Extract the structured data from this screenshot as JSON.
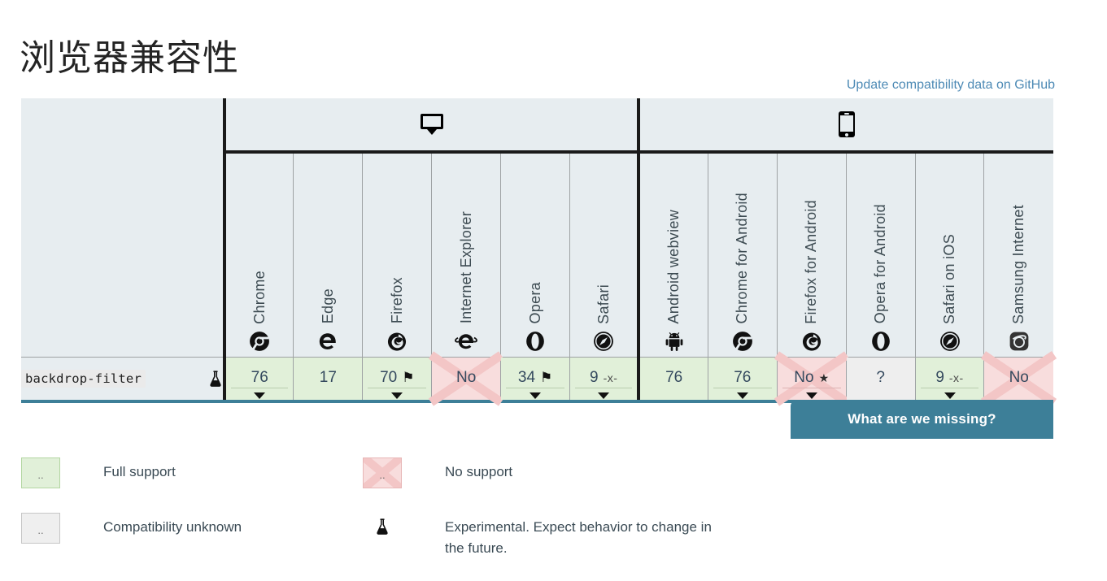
{
  "title": "浏览器兼容性",
  "github_link": "Update compatibility data on GitHub",
  "missing_button": "What are we missing?",
  "table": {
    "platforms": [
      {
        "name": "desktop",
        "icon": "desktop-icon"
      },
      {
        "name": "mobile",
        "icon": "mobile-icon"
      }
    ],
    "desktop_browsers": [
      {
        "label": "Chrome",
        "icon": "chrome-icon"
      },
      {
        "label": "Edge",
        "icon": "edge-icon"
      },
      {
        "label": "Firefox",
        "icon": "firefox-icon"
      },
      {
        "label": "Internet Explorer",
        "icon": "internet-explorer-icon"
      },
      {
        "label": "Opera",
        "icon": "opera-icon"
      },
      {
        "label": "Safari",
        "icon": "safari-icon"
      }
    ],
    "mobile_browsers": [
      {
        "label": "Android webview",
        "icon": "android-icon"
      },
      {
        "label": "Chrome for Android",
        "icon": "chrome-icon"
      },
      {
        "label": "Firefox for Android",
        "icon": "firefox-icon"
      },
      {
        "label": "Opera for Android",
        "icon": "opera-icon"
      },
      {
        "label": "Safari on iOS",
        "icon": "safari-icon"
      },
      {
        "label": "Samsung Internet",
        "icon": "samsung-internet-icon"
      }
    ],
    "feature": {
      "name": "backdrop-filter",
      "experimental_icon": "flask-icon"
    },
    "cells": [
      {
        "browser": "Chrome",
        "support": "yes",
        "value": "76",
        "prefix": "",
        "flag": false,
        "note": false,
        "expandable": true
      },
      {
        "browser": "Edge",
        "support": "yes",
        "value": "17",
        "prefix": "",
        "flag": false,
        "note": false,
        "expandable": false
      },
      {
        "browser": "Firefox",
        "support": "yes",
        "value": "70",
        "prefix": "",
        "flag": true,
        "note": false,
        "expandable": true
      },
      {
        "browser": "Internet Explorer",
        "support": "no",
        "value": "No",
        "prefix": "",
        "flag": false,
        "note": false,
        "expandable": false
      },
      {
        "browser": "Opera",
        "support": "yes",
        "value": "34",
        "prefix": "",
        "flag": true,
        "note": false,
        "expandable": true
      },
      {
        "browser": "Safari",
        "support": "yes",
        "value": "9",
        "prefix": "-x-",
        "flag": false,
        "note": false,
        "expandable": true
      },
      {
        "browser": "Android webview",
        "support": "yes",
        "value": "76",
        "prefix": "",
        "flag": false,
        "note": false,
        "expandable": false
      },
      {
        "browser": "Chrome for Android",
        "support": "yes",
        "value": "76",
        "prefix": "",
        "flag": false,
        "note": false,
        "expandable": true
      },
      {
        "browser": "Firefox for Android",
        "support": "no",
        "value": "No",
        "prefix": "",
        "flag": false,
        "note": true,
        "expandable": true
      },
      {
        "browser": "Opera for Android",
        "support": "unknown",
        "value": "?",
        "prefix": "",
        "flag": false,
        "note": false,
        "expandable": false
      },
      {
        "browser": "Safari on iOS",
        "support": "yes",
        "value": "9",
        "prefix": "-x-",
        "flag": false,
        "note": false,
        "expandable": true
      },
      {
        "browser": "Samsung Internet",
        "support": "no",
        "value": "No",
        "prefix": "",
        "flag": false,
        "note": false,
        "expandable": false
      }
    ]
  },
  "legend": {
    "dots": "..",
    "items": [
      {
        "key": "full",
        "swatch": "yes",
        "label": "Full support"
      },
      {
        "key": "none",
        "swatch": "no",
        "label": "No support"
      },
      {
        "key": "unknown",
        "swatch": "unknown",
        "label": "Compatibility unknown"
      },
      {
        "key": "experimental",
        "swatch": "flask",
        "label": "Experimental. Expect behavior to change in the future."
      }
    ]
  },
  "colors": {
    "accent_teal": "#3d7f98",
    "link_blue": "#4d8ab5",
    "header_bg": "#e7edf0",
    "support_yes": "#e1f0d9",
    "support_no": "#f8dddd",
    "support_unknown": "#eeeeee"
  }
}
